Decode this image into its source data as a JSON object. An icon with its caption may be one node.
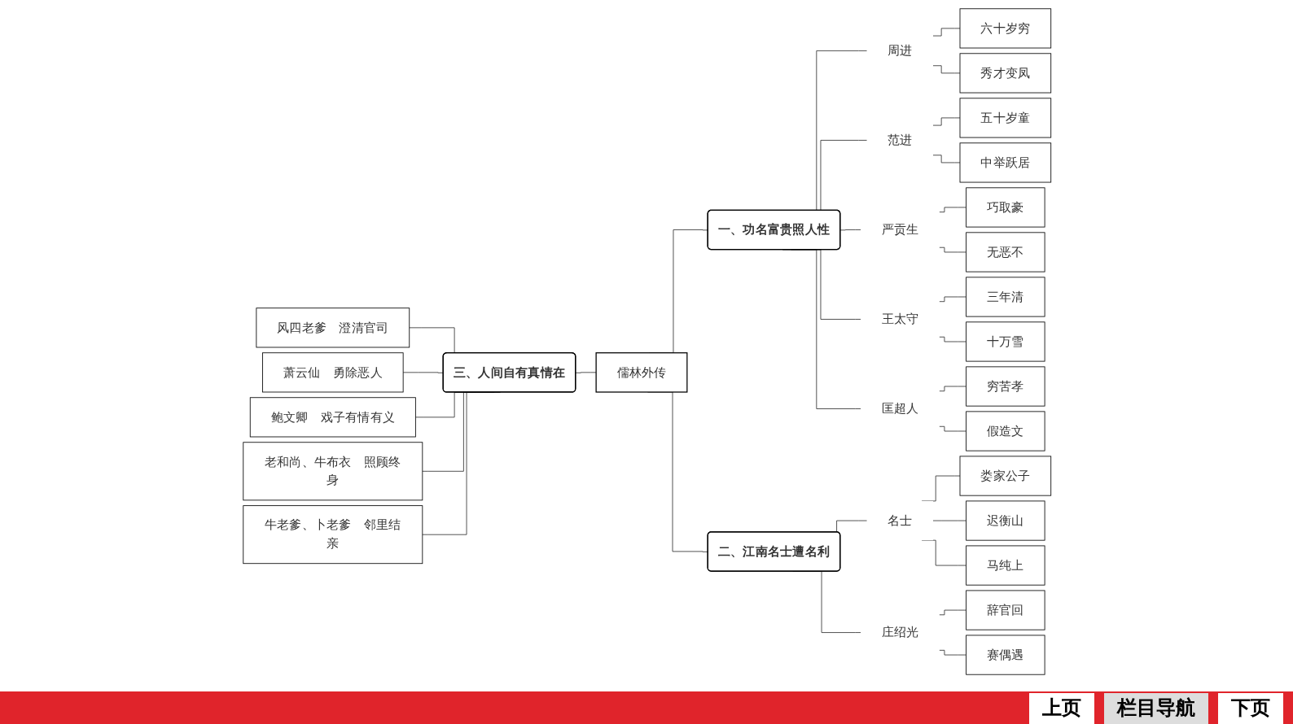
{
  "diagram": {
    "nodes": [
      {
        "text": [
          "儒林外传"
        ]
      },
      {
        "text": [
          "三、人间自有真情在"
        ]
      },
      {
        "text": [
          "风四老爹　澄清官司"
        ]
      },
      {
        "text": [
          "萧云仙　勇除恶人"
        ]
      },
      {
        "text": [
          "鲍文卿　戏子有情有义"
        ]
      },
      {
        "text": [
          "老和尚、牛布衣　照顾终身"
        ]
      },
      {
        "text": [
          "牛老爹、卜老爹　邻里结亲"
        ]
      },
      {
        "text": [
          "一、功名富贵照人性"
        ]
      },
      {
        "text": [
          "周进"
        ]
      },
      {
        "text": [
          "六十岁穷"
        ]
      },
      {
        "text": [
          "秀才变凤"
        ]
      },
      {
        "text": [
          "范进"
        ]
      },
      {
        "text": [
          "五十岁童"
        ]
      },
      {
        "text": [
          "中举跃居"
        ]
      },
      {
        "text": [
          "严贡生"
        ]
      },
      {
        "text": [
          "巧取豪"
        ]
      },
      {
        "text": [
          "无恶不"
        ]
      },
      {
        "text": [
          "王太守"
        ]
      },
      {
        "text": [
          "三年清"
        ]
      },
      {
        "text": [
          "十万雪"
        ]
      },
      {
        "text": [
          "匡超人"
        ]
      },
      {
        "text": [
          "穷苦孝"
        ]
      },
      {
        "text": [
          "假造文"
        ]
      },
      {
        "text": [
          "二、江南名士遭名利"
        ]
      },
      {
        "text": [
          "名士"
        ]
      },
      {
        "text": [
          "娄家公子"
        ]
      },
      {
        "text": [
          "迟衡山"
        ]
      },
      {
        "text": [
          "马纯上"
        ]
      },
      {
        "text": [
          "庄绍光"
        ]
      },
      {
        "text": [
          "辞官回"
        ]
      },
      {
        "text": [
          "赛偶遇"
        ]
      }
    ],
    "edges": [
      {
        "from": 1,
        "to": 0,
        "arrow": "none"
      },
      {
        "from": 2,
        "to": 1,
        "arrow": "none"
      },
      {
        "from": 3,
        "to": 1,
        "arrow": "none"
      },
      {
        "from": 4,
        "to": 1,
        "arrow": "none"
      },
      {
        "from": 5,
        "to": 1,
        "arrow": "none"
      },
      {
        "from": 6,
        "to": 1,
        "arrow": "none"
      },
      {
        "from": 0,
        "to": 7,
        "arrow": "none"
      },
      {
        "from": 7,
        "to": 8,
        "arrow": "none"
      },
      {
        "from": 8,
        "to": 9,
        "arrow": "none"
      },
      {
        "from": 8,
        "to": 10,
        "arrow": "none"
      },
      {
        "from": 7,
        "to": 11,
        "arrow": "none"
      },
      {
        "from": 11,
        "to": 12,
        "arrow": "none"
      },
      {
        "from": 11,
        "to": 13,
        "arrow": "none"
      },
      {
        "from": 7,
        "to": 14,
        "arrow": "none"
      },
      {
        "from": 14,
        "to": 15,
        "arrow": "none"
      },
      {
        "from": 14,
        "to": 16,
        "arrow": "none"
      },
      {
        "from": 7,
        "to": 17,
        "arrow": "none"
      },
      {
        "from": 17,
        "to": 18,
        "arrow": "none"
      },
      {
        "from": 17,
        "to": 19,
        "arrow": "none"
      },
      {
        "from": 7,
        "to": 20,
        "arrow": "none"
      },
      {
        "from": 20,
        "to": 21,
        "arrow": "none"
      },
      {
        "from": 20,
        "to": 22,
        "arrow": "none"
      },
      {
        "from": 0,
        "to": 23,
        "arrow": "none"
      },
      {
        "from": 23,
        "to": 24,
        "arrow": "none"
      },
      {
        "from": 24,
        "to": 25,
        "arrow": "none"
      },
      {
        "from": 24,
        "to": 26,
        "arrow": "none"
      },
      {
        "from": 24,
        "to": 27,
        "arrow": "none"
      },
      {
        "from": 23,
        "to": 28,
        "arrow": "none"
      },
      {
        "from": 28,
        "to": 29,
        "arrow": "none"
      },
      {
        "from": 28,
        "to": 30,
        "arrow": "none"
      }
    ],
    "labels": [
      "上页",
      "栏目导航",
      "下页"
    ]
  }
}
